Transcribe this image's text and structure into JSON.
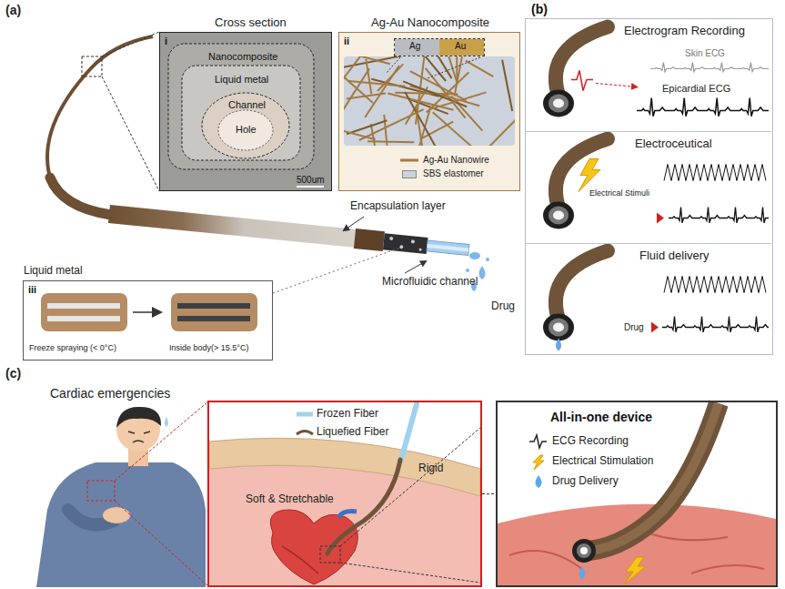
{
  "diagram": {
    "nodes": [
      {
        "text": [
          "Cross section",
          "i",
          "Nanocomposite",
          "Liquid metal",
          "Channel",
          "Hole",
          "500um"
        ]
      },
      {
        "text": [
          "Ag-Au Nanocomposite",
          "ii"
        ]
      },
      {
        "text": [
          "Ag",
          "Au"
        ],
        "in": 1
      },
      {
        "text": [
          "Liquid metal",
          "iii",
          "Freeze spraying (< 0°C)",
          "Inside body(> 15.5°C)"
        ]
      },
      {
        "text": [
          "(b)"
        ]
      },
      {
        "text": [
          "Electrogram Recording",
          "Skin ECG",
          "Epicardial ECG"
        ],
        "in": 4
      },
      {
        "text": [
          "Electroceutical",
          "Electrical Stimuli"
        ],
        "in": 4
      },
      {
        "text": [
          "Fluid delivery",
          "Drug"
        ],
        "in": 4
      },
      {
        "text": [
          "Frozen Fiber",
          "Liquefied Fiber",
          "Rigid",
          "Soft & Stretchable"
        ]
      },
      {
        "text": [
          "All-in-one device",
          "ECG Recording",
          "Electrical Stimulation",
          "Drug Delivery"
        ]
      }
    ],
    "edges": [
      {
        "from": 8,
        "to": 9,
        "arrow": "none"
      }
    ],
    "labels": [
      "(a)",
      "Encapsulation layer",
      "Microfluidic channel",
      "Drug",
      "(c)",
      "Cardiac emergencies"
    ],
    "legend": [
      {
        "text": "Ag-Au Nanowire"
      },
      {
        "text": "SBS elastomer",
        "color": "#cdd3dc"
      }
    ]
  }
}
